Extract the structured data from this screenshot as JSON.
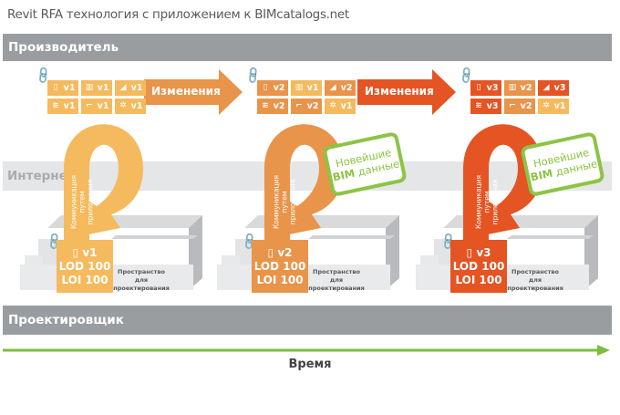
{
  "title": "Revit RFA технология с приложением к BIMcatalogs.net",
  "bands": {
    "manufacturer": "Производитель",
    "internet": "Интернет",
    "designer": "Проектировщик"
  },
  "timeline": {
    "label": "Время",
    "color": "#7dbd42"
  },
  "colors": {
    "v1": "#f5ba5e",
    "v2": "#e8944a",
    "v3": "#e55423",
    "band_gray": "#9a9d9f",
    "internet_gray": "#e5e6e8",
    "bim_green": "#8cc444"
  },
  "changes_label": "Изменения",
  "communication_label": [
    "Коммуникация",
    "путем",
    "приложения"
  ],
  "bim_box": {
    "line1": "Новейшие",
    "bold": "BIM",
    "rest": "данные"
  },
  "design_space_label": [
    "Пространство",
    "для",
    "проектирования"
  ],
  "stages": [
    {
      "name": "stage-1",
      "tiles": [
        {
          "icon": "door-icon",
          "version": "v1"
        },
        {
          "icon": "window-icon",
          "version": "v1"
        },
        {
          "icon": "stairs-icon",
          "version": "v1"
        },
        {
          "icon": "roof-icon",
          "version": "v1"
        },
        {
          "icon": "faucet-icon",
          "version": "v1"
        },
        {
          "icon": "fan-icon",
          "version": "v1"
        }
      ],
      "card": {
        "icon": "door-icon",
        "version": "v1",
        "lod": "LOD 100",
        "loi": "LOI 100"
      }
    },
    {
      "name": "stage-2",
      "tiles": [
        {
          "icon": "door-icon",
          "version": "v2"
        },
        {
          "icon": "window-icon",
          "version": "v1"
        },
        {
          "icon": "stairs-icon",
          "version": "v2"
        },
        {
          "icon": "roof-icon",
          "version": "v2"
        },
        {
          "icon": "faucet-icon",
          "version": "v2"
        },
        {
          "icon": "fan-icon",
          "version": "v1"
        }
      ],
      "card": {
        "icon": "door-icon",
        "version": "v2",
        "lod": "LOD 100",
        "loi": "LOI 100"
      }
    },
    {
      "name": "stage-3",
      "tiles": [
        {
          "icon": "door-icon",
          "version": "v3"
        },
        {
          "icon": "window-icon",
          "version": "v2"
        },
        {
          "icon": "stairs-icon",
          "version": "v3"
        },
        {
          "icon": "roof-icon",
          "version": "v3"
        },
        {
          "icon": "faucet-icon",
          "version": "v2"
        },
        {
          "icon": "fan-icon",
          "version": "v1"
        }
      ],
      "card": {
        "icon": "door-icon",
        "version": "v3",
        "lod": "LOD 100",
        "loi": "LOI 100"
      }
    }
  ]
}
